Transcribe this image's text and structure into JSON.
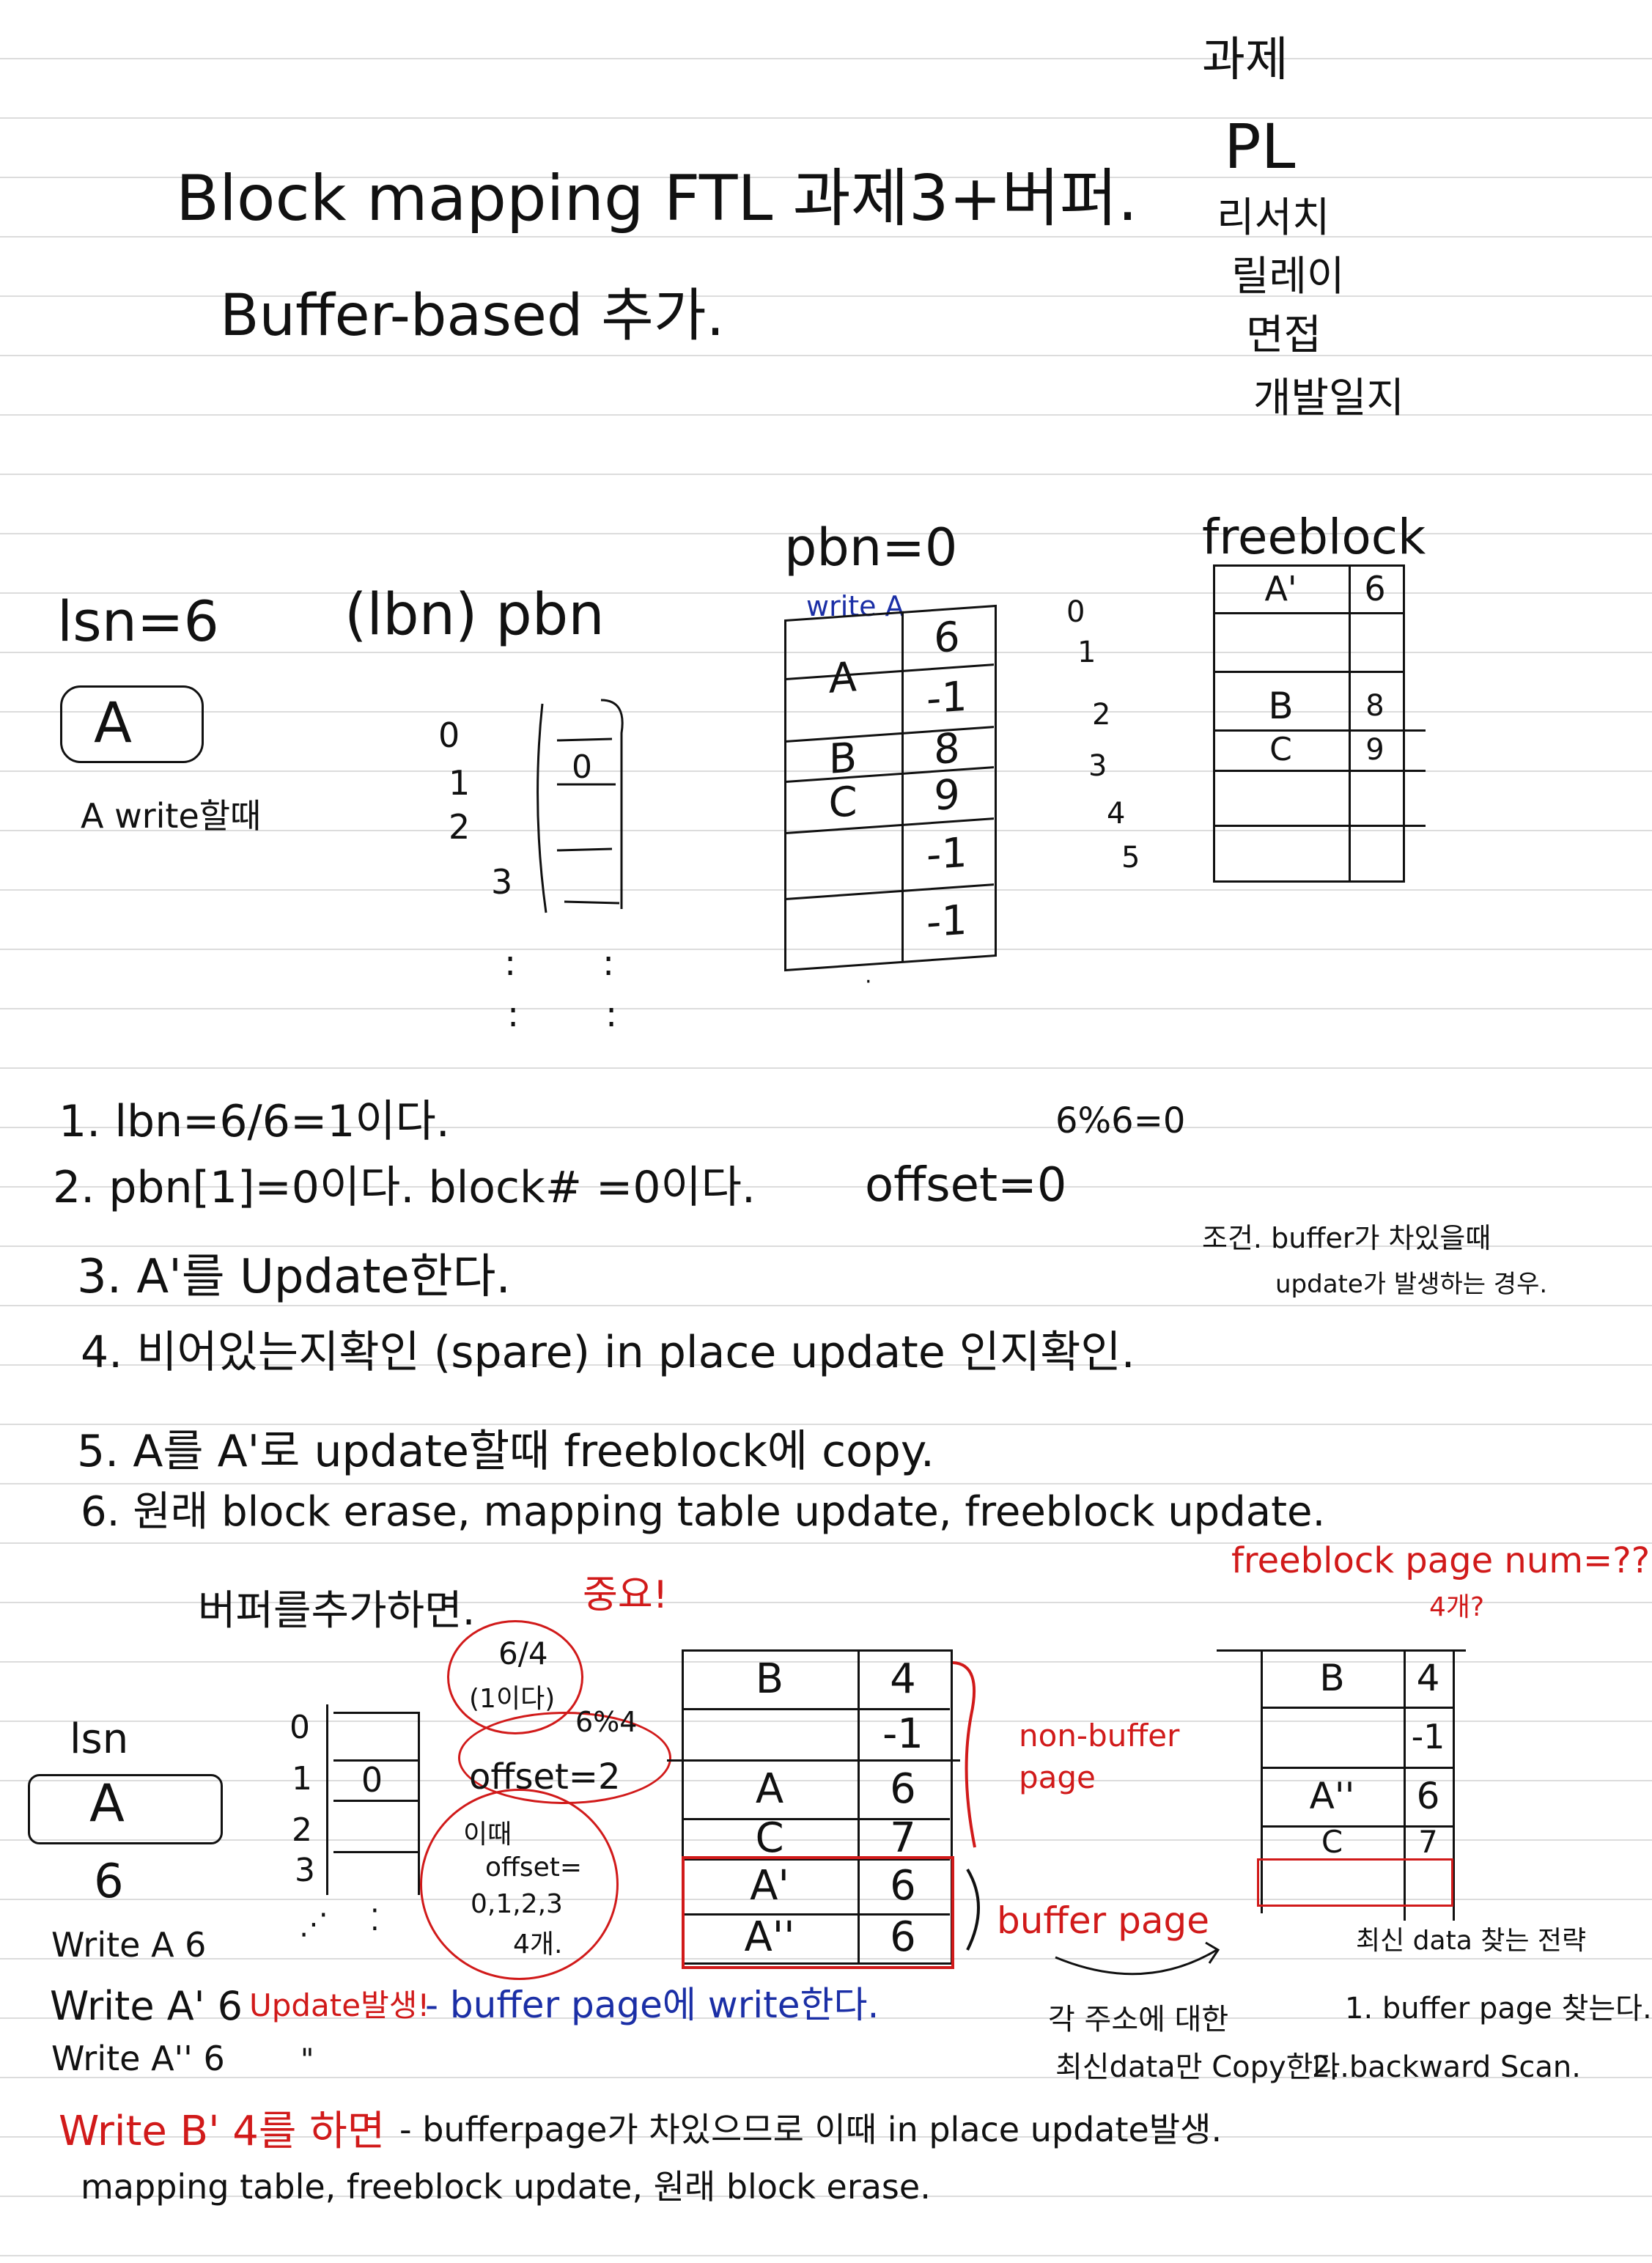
{
  "header": {
    "title": "Block mapping FTL 과제3+버퍼.",
    "subtitle": "Buffer-based 추가.",
    "side_list": [
      "과제",
      "PL",
      "리서치",
      "릴레이",
      "면접",
      "개발일지"
    ]
  },
  "diagram1": {
    "lsn_label": "lsn=6",
    "lsn_value": "A",
    "lsn_caption": "A write할때",
    "lbn_header": "(lbn) pbn",
    "lbn_rows": [
      "0",
      "1",
      "2",
      "3"
    ],
    "lbn_value": "0",
    "ellipsis": ":",
    "pbn_header": "pbn=0",
    "pbn_note": "write A",
    "pbn_rows": [
      [
        "A",
        "6"
      ],
      [
        "",
        "-1"
      ],
      [
        "B",
        "8"
      ],
      [
        "C",
        "9"
      ],
      [
        "",
        "-1"
      ],
      [
        "",
        "-1"
      ]
    ],
    "page_index": [
      "0",
      "1",
      "2",
      "3",
      "4",
      "5"
    ],
    "freeblock_header": "freeblock",
    "freeblock_rows": [
      [
        "A'",
        "6"
      ],
      [
        "",
        ""
      ],
      [
        "B",
        "8"
      ],
      [
        "C",
        "9"
      ],
      [
        "",
        ""
      ],
      [
        "",
        ""
      ]
    ]
  },
  "steps": {
    "s1": "1. lbn=6/6=1이다.",
    "s1_note": "6%6=0",
    "s2": "2. pbn[1]=0이다. block# =0이다.",
    "s2_offset": "offset=0",
    "s3": "3. A'를 Update한다.",
    "s4": "4. 비어있는지확인 (spare) in place update 인지확인.",
    "s5": "5. A를 A'로 update할때 freeblock에 copy.",
    "s6": "6. 원래 block erase, mapping table update, freeblock update.",
    "cond1": "조건. buffer가 차있을때",
    "cond2": "update가 발생하는 경우."
  },
  "buffer_section": {
    "heading": "버퍼를추가하면.",
    "important": "중요!",
    "lsn_label": "lsn",
    "lsn_value": "A",
    "lsn_number": "6",
    "lbn_rows": [
      "0",
      "1",
      "2",
      "3"
    ],
    "lbn_value": "0",
    "calc1": "6/4",
    "calc2": "(1이다)",
    "calc3": "6%4",
    "offset_line": "offset=2",
    "circle3_lines": [
      "이때",
      "offset=",
      "0,1,2,3",
      "4개."
    ],
    "table_rows": [
      [
        "B",
        "4"
      ],
      [
        "",
        "-1"
      ],
      [
        "A",
        "6"
      ],
      [
        "C",
        "7"
      ],
      [
        "A'",
        "6"
      ],
      [
        "A''",
        "6"
      ]
    ],
    "non_buffer_label": "non-buffer page",
    "buffer_label": "buffer page",
    "freeblock_question": "freeblock page num=??",
    "freeblock_question2": "4개?",
    "result_rows": [
      [
        "B",
        "4"
      ],
      [
        "",
        "-1"
      ],
      [
        "A''",
        "6"
      ],
      [
        "C",
        "7"
      ],
      [
        "",
        ""
      ]
    ],
    "strategy_title": "최신 data 찾는 전략",
    "strategy_1": "1. buffer page 찾는다.",
    "strategy_2": "2. backward Scan.",
    "copy_note1": "각 주소에 대한",
    "copy_note2": "최신data만 Copy한다.",
    "writes": [
      {
        "text": "Write A 6",
        "note": "",
        "note2": ""
      },
      {
        "text": "Write A' 6",
        "note": "Update발생!",
        "note2": "- buffer page에 write한다."
      },
      {
        "text": "Write A'' 6",
        "note": "",
        "note2": "\""
      }
    ],
    "final_red": "Write B' 4를 하면",
    "final_black": "- bufferpage가 차있으므로 이때 in place update발생.",
    "final_line2": "mapping table, freeblock update, 원래 block erase."
  },
  "colors": {
    "red": "#d11a1a",
    "blue": "#1b2fa6",
    "ink": "#111111"
  }
}
